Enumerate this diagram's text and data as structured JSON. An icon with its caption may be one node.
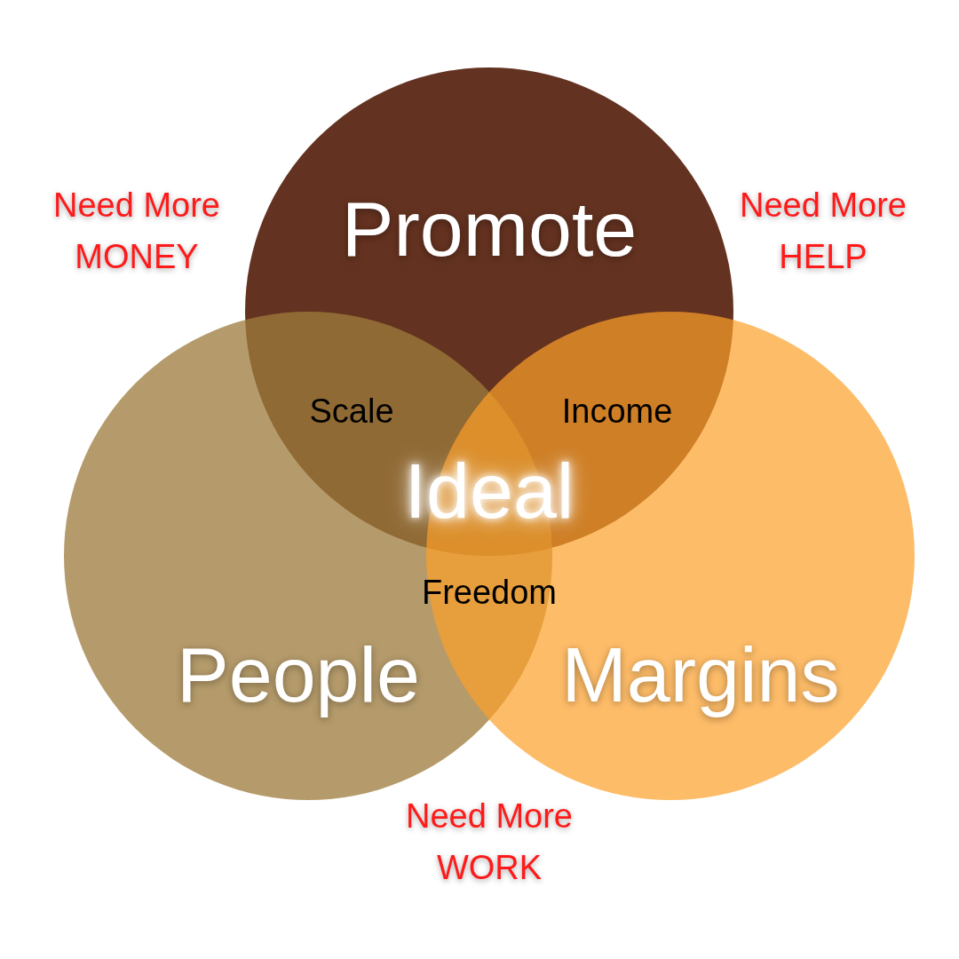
{
  "diagram": {
    "nodes": [
      {
        "text": [
          "Promote"
        ]
      },
      {
        "text": [
          "People"
        ]
      },
      {
        "text": [
          "Margins"
        ]
      }
    ],
    "labels": [
      "Need More MONEY",
      "Need More HELP",
      "Scale",
      "Income",
      "Ideal",
      "Freedom",
      "Need More WORK"
    ]
  }
}
